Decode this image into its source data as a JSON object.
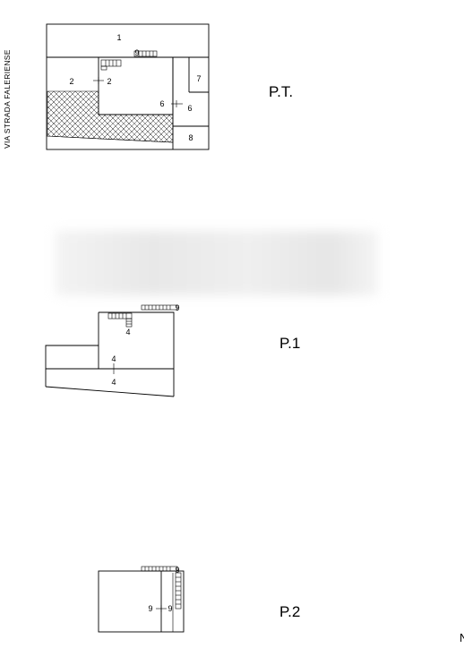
{
  "street_label": "VIA  STRADA  FALERIENSE",
  "floors": [
    {
      "name": "P.T.",
      "labels": {
        "room1": "1",
        "stair9": "9",
        "room2a": "2",
        "room2b": "2",
        "room6a": "6",
        "room6b": "6",
        "room7": "7",
        "room8": "8"
      }
    },
    {
      "name": "P.1",
      "labels": {
        "top9": "9",
        "stair4": "4",
        "mid4a": "4",
        "mid4b": "4"
      }
    },
    {
      "name": "P.2",
      "labels": {
        "top9": "9",
        "bot9a": "9",
        "bot9b": "9"
      }
    }
  ],
  "corner_text": "N",
  "colors": {
    "line": "#000000",
    "background": "#ffffff"
  }
}
